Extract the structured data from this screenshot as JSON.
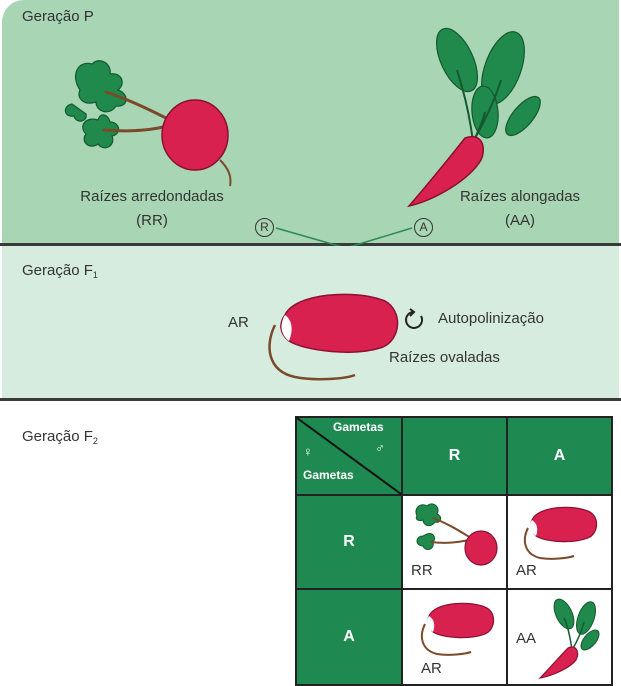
{
  "generation_p": {
    "title": "Geração P",
    "left_root_label": "Raízes arredondadas",
    "left_root_genotype": "(RR)",
    "right_root_label": "Raízes alongadas",
    "right_root_genotype": "(AA)",
    "gamete_left": "R",
    "gamete_right": "A"
  },
  "generation_f1": {
    "title": "Geração F",
    "title_sub": "1",
    "genotype": "AR",
    "process_label": "Autopolinização",
    "root_label": "Raízes ovaladas"
  },
  "generation_f2": {
    "title": "Geração F",
    "title_sub": "2",
    "punnett": {
      "header_top": "Gametas",
      "header_bottom": "Gametas",
      "female_symbol": "♀",
      "male_symbol": "♂",
      "columns": [
        "R",
        "A"
      ],
      "rows": [
        "R",
        "A"
      ],
      "cells": [
        [
          "RR",
          "AR"
        ],
        [
          "AR",
          "AA"
        ]
      ]
    }
  },
  "colors": {
    "panel_p": "#a8d5b4",
    "panel_f1": "#d5ecdf",
    "punnett_dark": "#1e8a52",
    "radish": "#d9214f",
    "leaf": "#1f8a4c"
  }
}
